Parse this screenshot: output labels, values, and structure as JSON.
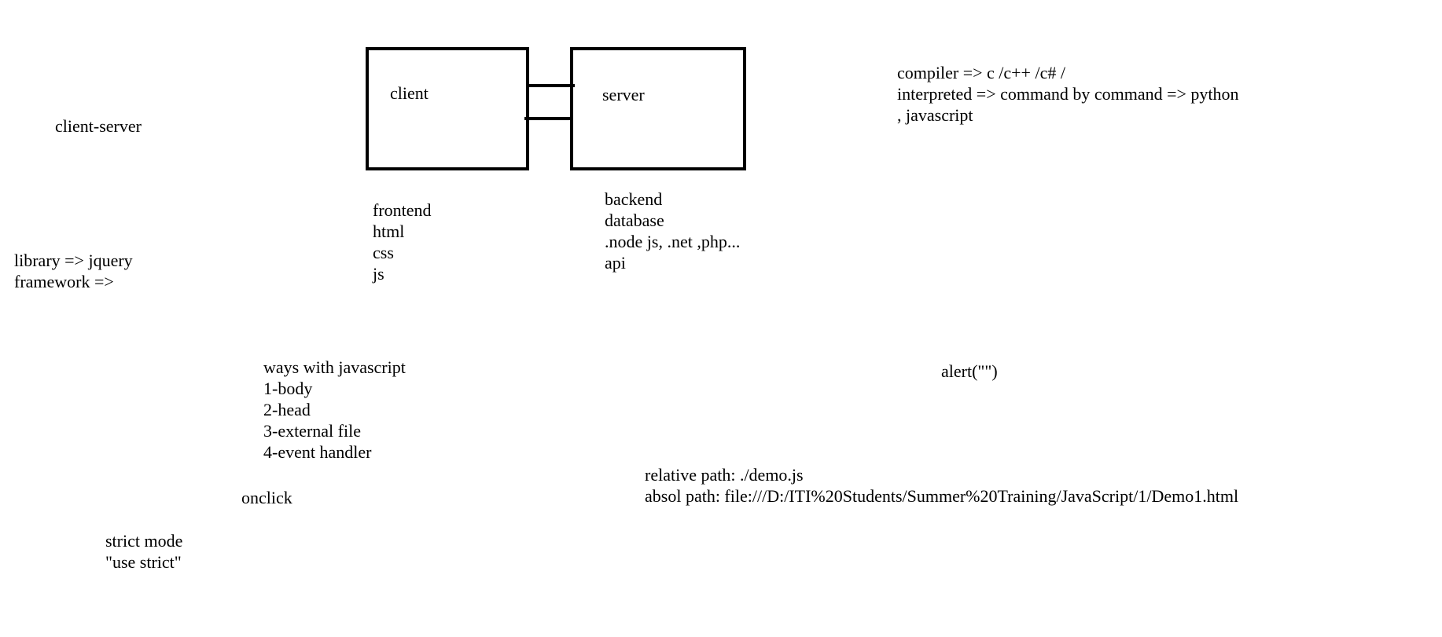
{
  "notes": {
    "client_server_title": "client-server",
    "library_lines": [
      "library => jquery",
      "framework =>"
    ],
    "compiler_lines": [
      "compiler => c /c++ /c# /",
      "interpreted => command by command => python",
      ", javascript"
    ],
    "ways_lines": [
      "ways with javascript",
      "1-body",
      "2-head",
      "3-external file",
      "4-event handler"
    ],
    "onclick": "onclick",
    "strict_lines": [
      "strict mode",
      "\"use strict\""
    ],
    "alert": "alert(\"\")",
    "path_lines": [
      "relative path: ./demo.js",
      "absol path: file:///D:/ITI%20Students/Summer%20Training/JavaScript/1/Demo1.html"
    ]
  },
  "diagram": {
    "client_label": "client",
    "server_label": "server",
    "frontend_lines": [
      "frontend",
      "html",
      "css",
      "js"
    ],
    "backend_lines": [
      "backend",
      "database",
      ".node js, .net ,php...",
      "api"
    ]
  }
}
